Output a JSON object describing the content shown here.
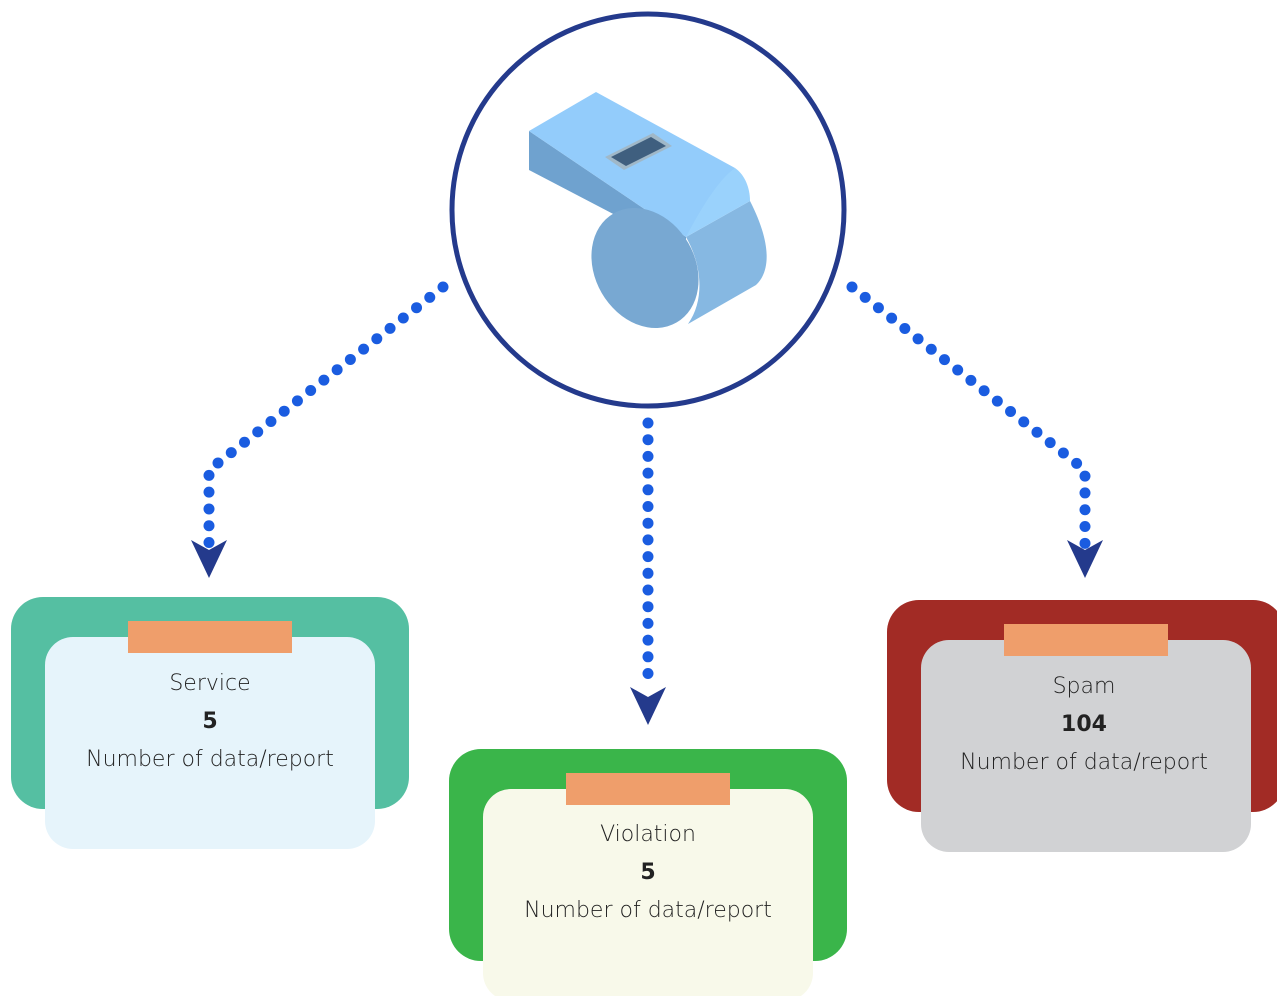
{
  "categories": [
    {
      "id": "service",
      "title": "Service",
      "value": "5",
      "subtitle": "Number of data/report",
      "colors": {
        "frame": "#55bfa2",
        "card": "#e6f4fb",
        "tab": "#ef9e6b"
      }
    },
    {
      "id": "violation",
      "title": "Violation",
      "value": "5",
      "subtitle": "Number of data/report",
      "colors": {
        "frame": "#3ab54a",
        "card": "#f8f9ea",
        "tab": "#ef9e6b"
      }
    },
    {
      "id": "spam",
      "title": "Spam",
      "value": "104",
      "subtitle": "Number of data/report",
      "colors": {
        "frame": "#a22b25",
        "card": "#d1d2d4",
        "tab": "#ef9e6b"
      }
    }
  ],
  "center": {
    "icon": "whistle-icon",
    "ring_color": "#243a8c"
  },
  "connectors": {
    "dot_color": "#1a5ce0",
    "arrow_color": "#243a8c"
  }
}
